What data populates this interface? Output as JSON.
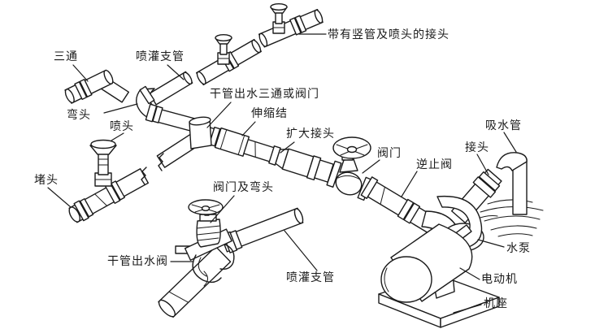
{
  "figure": {
    "background_color": "#ffffff",
    "line_color": "#1b1b1b"
  },
  "labels": {
    "tee": "三通",
    "branch_top": "喷灌支管",
    "riser_joint": "带有竖管及喷头的接头",
    "main_outlet_tee": "干管出水三通或阀门",
    "elbow": "弯头",
    "sprinkler": "喷头",
    "expansion_joint": "伸缩结",
    "enlarging_joint": "扩大接头",
    "valve": "阀门",
    "check_valve": "逆止阀",
    "suction_pipe": "吸水管",
    "joint": "接头",
    "plug": "堵头",
    "valve_and_elbow": "阀门及弯头",
    "main_outlet_valve": "干管出水阀",
    "branch_bottom": "喷灌支管",
    "pump": "水泵",
    "motor": "电动机",
    "base": "机座"
  }
}
